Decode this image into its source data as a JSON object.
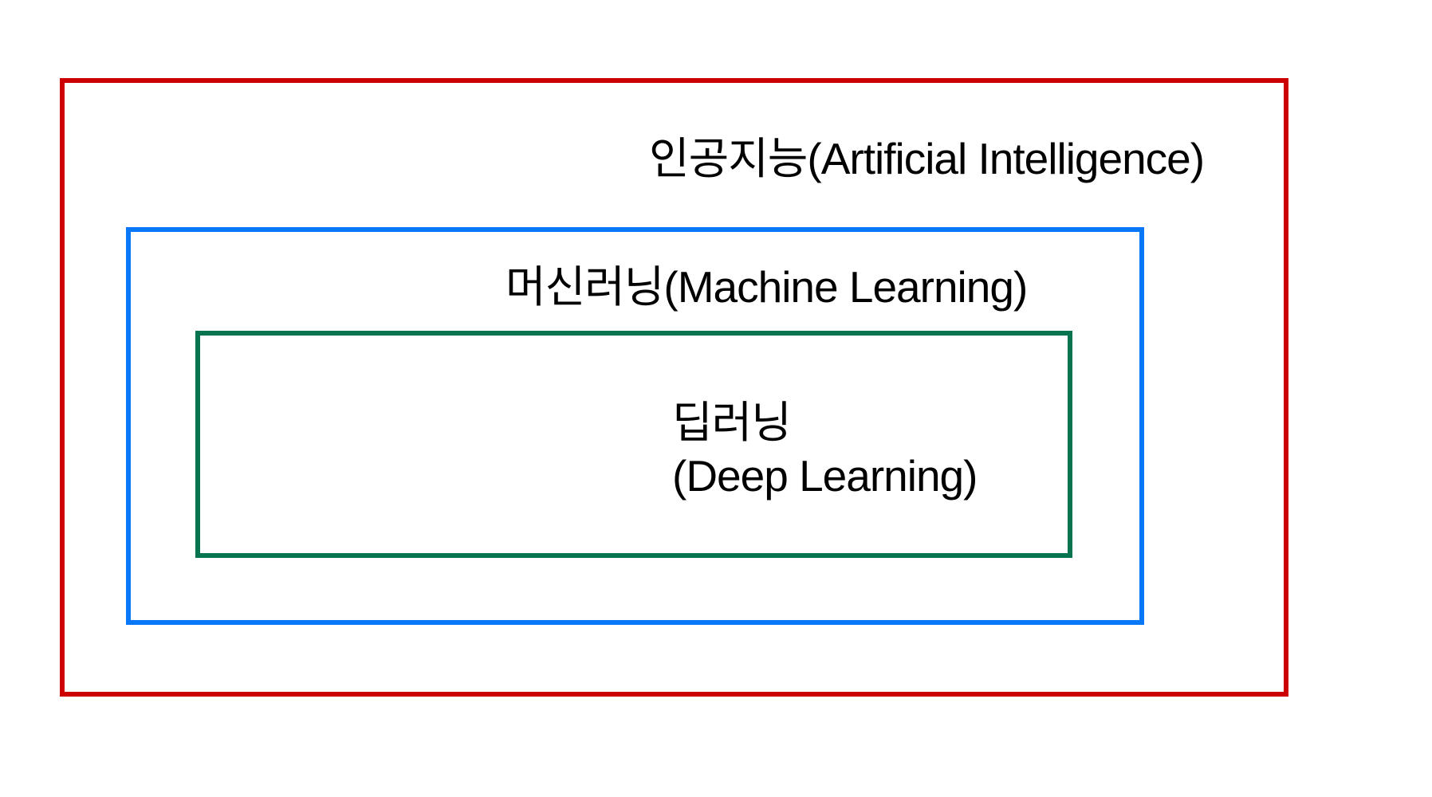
{
  "diagram": {
    "description": "Nested set diagram of AI, Machine Learning and Deep Learning",
    "background": "#FFFFFF",
    "text_color": "#000000",
    "boxes": {
      "ai": {
        "label": "인공지능(Artificial Intelligence)",
        "border_color": "#CC0000"
      },
      "ml": {
        "label": "머신러닝(Machine Learning)",
        "border_color": "#0878F8"
      },
      "dl": {
        "label_line1": "딥러닝",
        "label_line2": "(Deep Learning)",
        "border_color": "#08734F"
      }
    }
  }
}
